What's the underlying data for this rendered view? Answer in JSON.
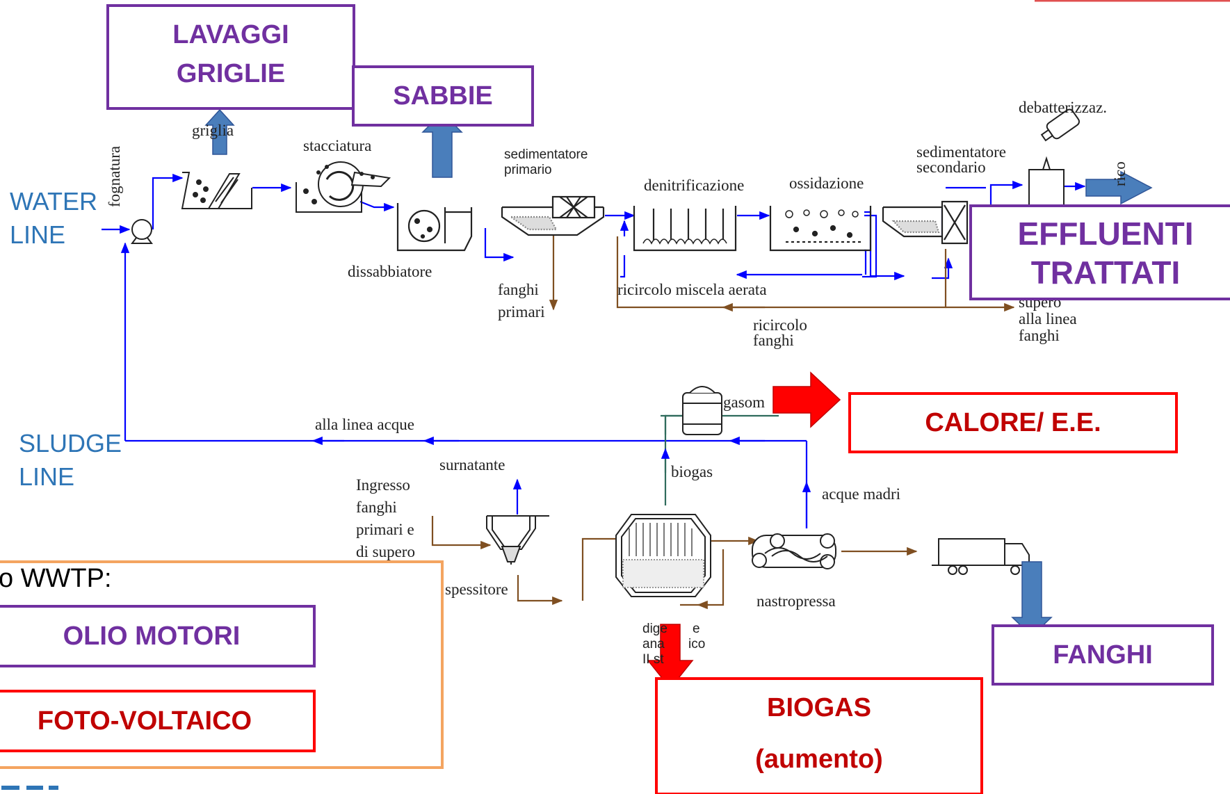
{
  "colors": {
    "water": "#0000ff",
    "sludge_flow": "#7f4f21",
    "purple": "#7030a0",
    "red": "#c00000",
    "bright_red": "#ff0000",
    "orange": "#f4a460",
    "blue_arrow": "#4a7ebb",
    "blue_text": "#2e75b6"
  },
  "lines": {
    "water_l1": "WATER",
    "water_l2": "LINE",
    "sludge_l1": "SLUDGE",
    "sludge_l2": "LINE"
  },
  "labels": {
    "fognatura": "fognatura",
    "griglia": "griglia",
    "stacciatura": "stacciatura",
    "dissabbiatore": "dissabbiatore",
    "sed_primario_l1": "sedimentatore",
    "sed_primario_l2": "primario",
    "fanghi_primari_l1": "fanghi",
    "fanghi_primari_l2": "primari",
    "denitrificazione": "denitrificazione",
    "ossidazione": "ossidazione",
    "sed_secondario_l1": "sedimentatore",
    "sed_secondario_l2": "secondario",
    "debatterizzaz": "debatterizzaz.",
    "scarico_partial": "rico",
    "ricircolo_miscela": "ricircolo miscela  aerata",
    "ricircolo_fanghi_l1": "ricircolo",
    "ricircolo_fanghi_l2": "fanghi",
    "supero_l1": "supero",
    "supero_l2": "alla linea",
    "supero_l3": "fanghi",
    "alla_linea_acque": "alla linea acque",
    "surnatante": "surnatante",
    "gasometro": "gasom",
    "biogas": "biogas",
    "acque_madri": "acque madri",
    "ingresso_l1": "Ingresso",
    "ingresso_l2": "fanghi",
    "ingresso_l3": "primari e",
    "ingresso_l4": "di supero",
    "spessitore": "spessitore",
    "nastropressa": "nastropressa",
    "digestore_l1": "dige",
    "digestore_l1b": "e",
    "digestore_l2": "ana",
    "digestore_l2b": "ico",
    "digestore_l3": "II st"
  },
  "boxes": {
    "lavaggi_l1": "LAVAGGI",
    "lavaggi_l2": "GRIGLIE",
    "sabbie": "SABBIE",
    "effluenti_l1": "EFFLUENTI",
    "effluenti_l2": "TRATTATI",
    "calore": "CALORE/ E.E.",
    "biogas_l1": "BIOGAS",
    "biogas_l2": "(aumento)",
    "fanghi": "FANGHI",
    "wwtp": "o WWTP:",
    "olio": "OLIO MOTORI",
    "foto": "FOTO-VOLTAICO"
  }
}
